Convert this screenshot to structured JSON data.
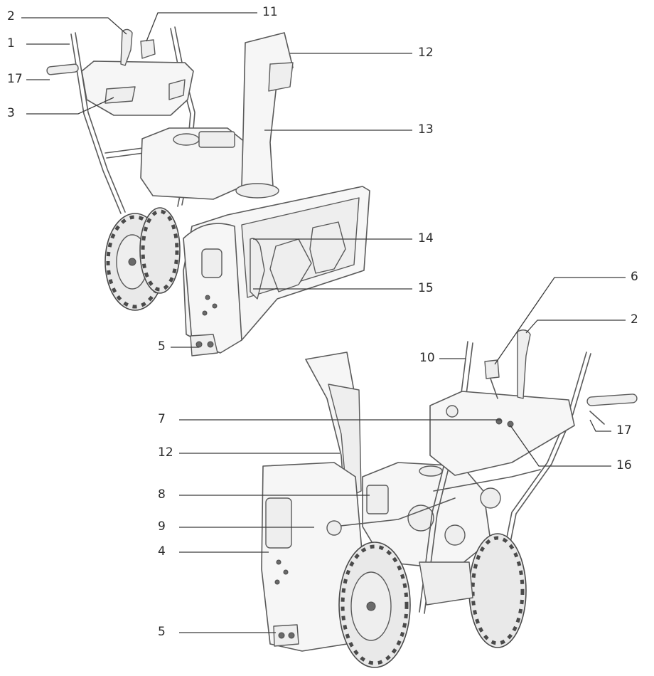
{
  "labels": [
    {
      "id": "l2a",
      "text": "2"
    },
    {
      "id": "l1",
      "text": "1"
    },
    {
      "id": "l17a",
      "text": "17"
    },
    {
      "id": "l3",
      "text": "3"
    },
    {
      "id": "l11",
      "text": "11"
    },
    {
      "id": "l12a",
      "text": "12"
    },
    {
      "id": "l13",
      "text": "13"
    },
    {
      "id": "l14",
      "text": "14"
    },
    {
      "id": "l15",
      "text": "15"
    },
    {
      "id": "l5a",
      "text": "5"
    },
    {
      "id": "l6",
      "text": "6"
    },
    {
      "id": "l2b",
      "text": "2"
    },
    {
      "id": "l10",
      "text": "10"
    },
    {
      "id": "l7",
      "text": "7"
    },
    {
      "id": "l17b",
      "text": "17"
    },
    {
      "id": "l12b",
      "text": "12"
    },
    {
      "id": "l16",
      "text": "16"
    },
    {
      "id": "l8",
      "text": "8"
    },
    {
      "id": "l9",
      "text": "9"
    },
    {
      "id": "l4",
      "text": "4"
    },
    {
      "id": "l5b",
      "text": "5"
    }
  ]
}
